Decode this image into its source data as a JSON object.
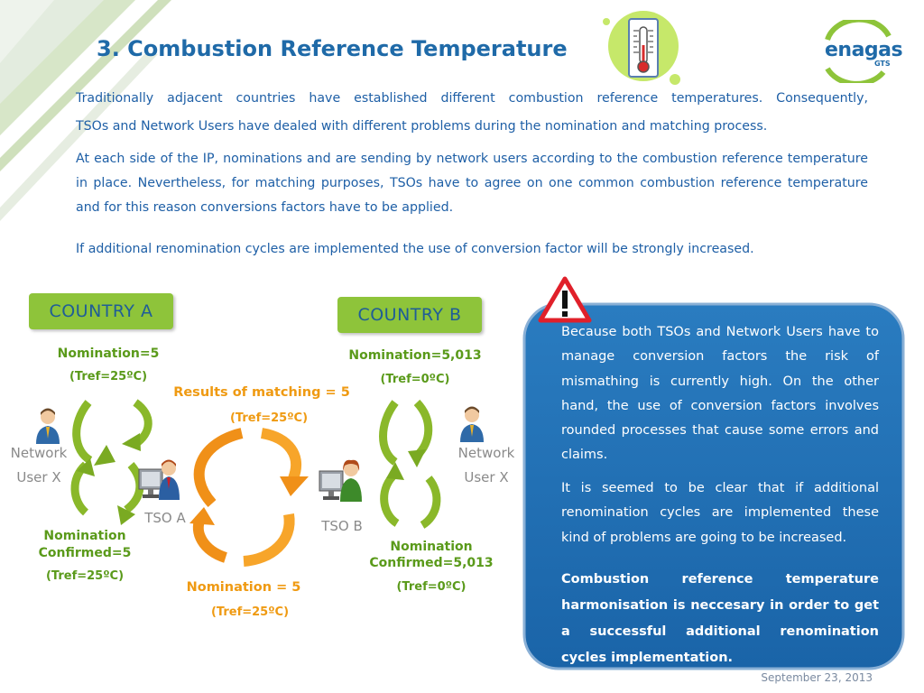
{
  "title": "3. Combustion Reference Temperature",
  "logo": {
    "text": "enagas",
    "sub": "GTS"
  },
  "paragraphs": [
    "Traditionally  adjacent countries have established different combustion  reference temperatures. Consequently,",
    "TSOs and Network Users have dealed with different problems during the nomination and matching process.",
    "At each side of the IP, nominations and are sending by network users according to the combustion reference temperature in place. Nevertheless, for matching purposes, TSOs have to agree on one common combustion reference temperature and for this reason conversions factors have to be applied.",
    "If additional renomination cycles are implemented the use of conversion factor will be  strongly increased."
  ],
  "diagram": {
    "country_a": "COUNTRY  A",
    "country_b": "COUNTRY  B",
    "a_nomination": "Nomination=5",
    "a_tref": "(Tref=25ºC)",
    "a_network_user_line1": "Network",
    "a_network_user_line2": "User X",
    "a_confirmed_line1": "Nomination",
    "a_confirmed_line2": "Confirmed=5",
    "a_confirmed_tref": "(Tref=25ºC)",
    "tso_a": "TSO A",
    "tso_b": "TSO B",
    "results": "Results of matching = 5",
    "results_tref": "(Tref=25ºC)",
    "center_nomination": "Nomination  = 5",
    "center_tref": "(Tref=25ºC)",
    "b_nomination": "Nomination=5,013",
    "b_tref": "(Tref=0ºC)",
    "b_network_user_line1": "Network",
    "b_network_user_line2": "User X",
    "b_confirmed_line1": "Nomination",
    "b_confirmed_line2": "Confirmed=5,013",
    "b_confirmed_tref": "(Tref=0ºC)"
  },
  "panel": {
    "p1": "Because both TSOs and Network Users have to manage conversion factors  the risk of mismathing is currently high.  On the other hand, the use of conversion factors involves rounded processes that cause  some errors and claims.",
    "p2": "It is seemed to be clear that if additional renomination cycles are implemented these kind of problems are going to be increased.",
    "p3": "Combustion reference temperature harmonisation is neccesary in order to get a successful additional renomination cycles implementation."
  },
  "footer_date": "September 23, 2013",
  "colors": {
    "title": "#1f6aa8",
    "text": "#1e5fa6",
    "green": "#8ec43a",
    "orange": "#ef9a12",
    "panel": "#1f73b7"
  }
}
